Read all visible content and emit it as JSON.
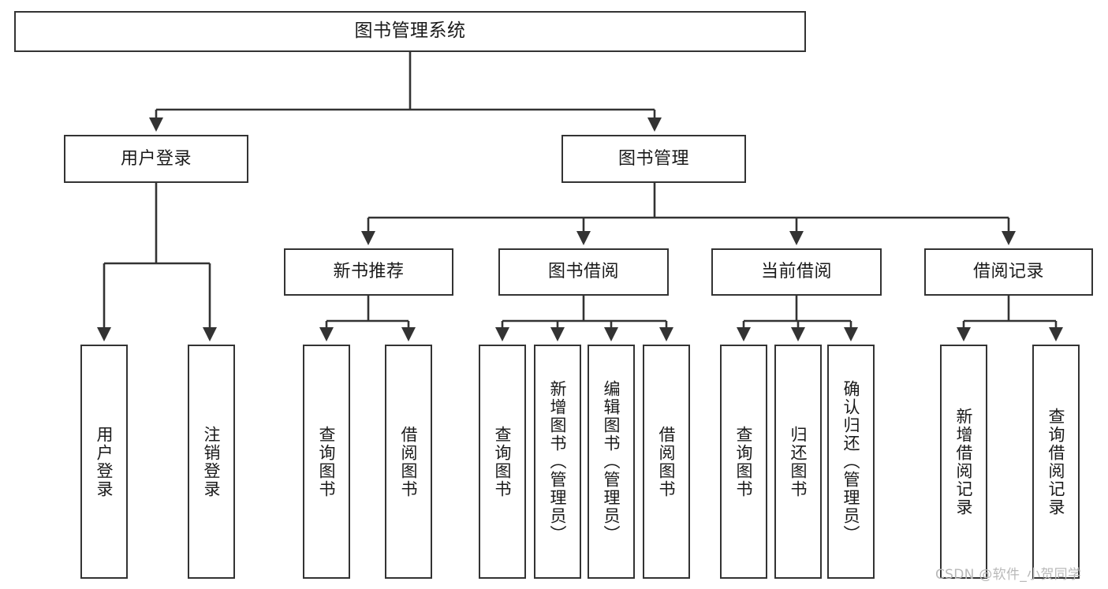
{
  "diagram": {
    "title": "图书管理系统",
    "type": "tree",
    "watermark": "CSDN @软件_小贺同学",
    "colors": {
      "node_border": "#333333",
      "node_fill": "#ffffff",
      "edge": "#333333",
      "text": "#1a1a1a",
      "watermark": "#b9b9b9",
      "background": "#ffffff"
    },
    "nodes": {
      "root": "图书管理系统",
      "level2": {
        "user_login": "用户登录",
        "book_manage": "图书管理"
      },
      "level3": {
        "new_book_recommend": "新书推荐",
        "book_borrow": "图书借阅",
        "current_borrow": "当前借阅",
        "borrow_record": "借阅记录"
      },
      "leaves": {
        "user_login_children": [
          "用户登录",
          "注销登录"
        ],
        "new_book_recommend_children": [
          "查询图书",
          "借阅图书"
        ],
        "book_borrow_children": [
          "查询图书",
          "新增图书（管理员）",
          "编辑图书（管理员）",
          "借阅图书"
        ],
        "current_borrow_children": [
          "查询图书",
          "归还图书",
          "确认归还（管理员）"
        ],
        "borrow_record_children": [
          "新增借阅记录",
          "查询借阅记录"
        ]
      }
    }
  }
}
